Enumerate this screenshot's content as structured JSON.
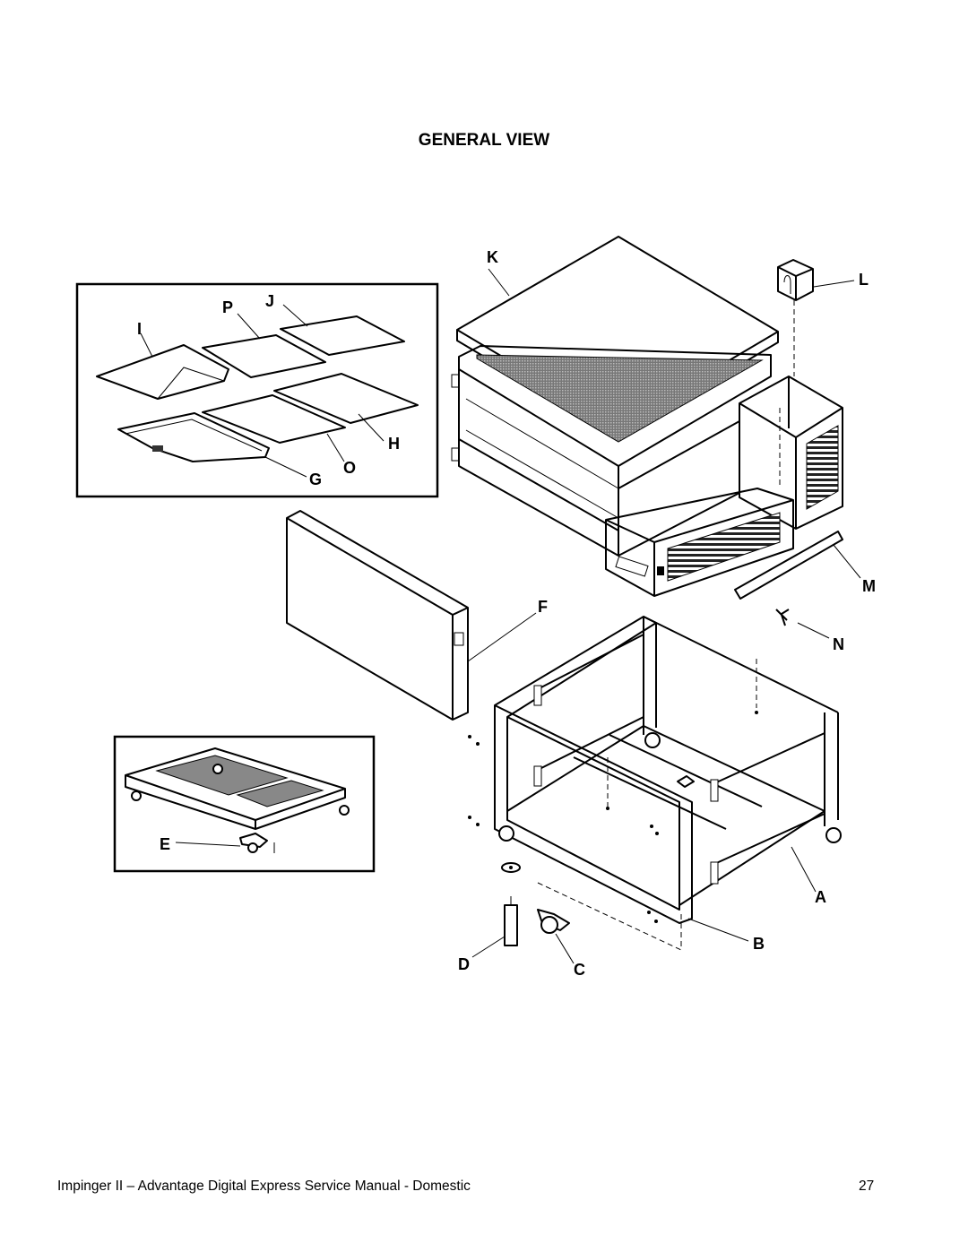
{
  "title": "GENERAL VIEW",
  "callouts": {
    "a": "A",
    "b": "B",
    "c": "C",
    "d": "D",
    "e": "E",
    "f": "F",
    "g": "G",
    "h": "H",
    "i": "I",
    "j": "J",
    "k": "K",
    "l": "L",
    "m": "M",
    "n": "N",
    "o": "O",
    "p": "P"
  },
  "footer": {
    "text": "Impinger II – Advantage Digital Express Service Manual - Domestic",
    "page": "27"
  }
}
